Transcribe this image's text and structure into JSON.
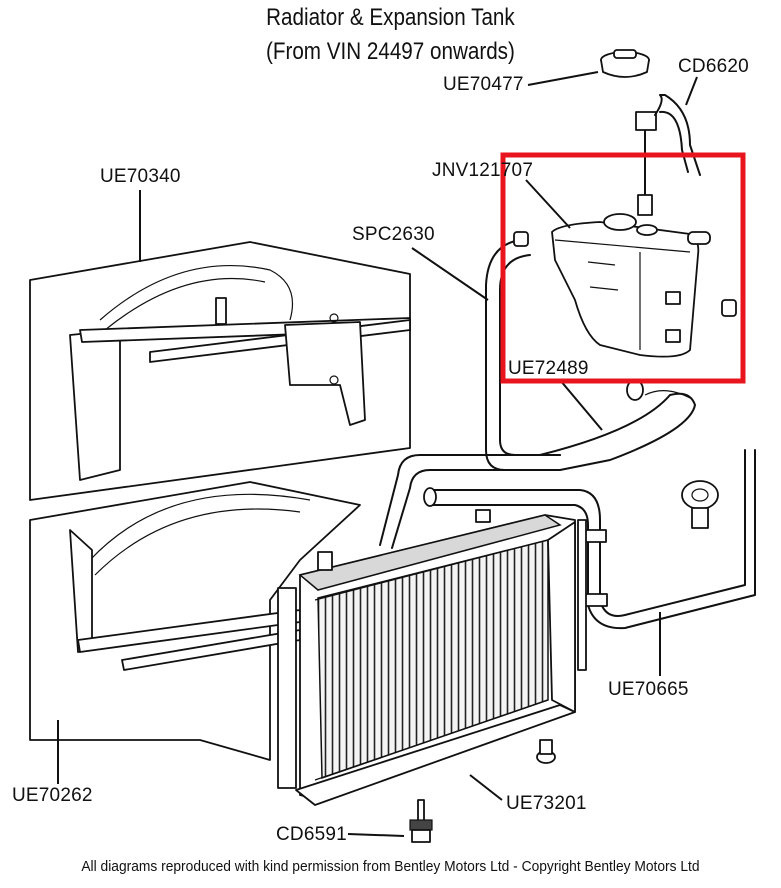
{
  "title": {
    "line1": "Radiator & Expansion Tank",
    "line2": "(From VIN 24497 onwards)"
  },
  "parts": {
    "cap": "UE70477",
    "sender": "CD6620",
    "tank": "JNV121707",
    "fan_shroud": "UE70340",
    "upper_hose": "SPC2630",
    "overflow_hose": "UE72489",
    "lower_hose": "UE70665",
    "lower_shroud": "UE70262",
    "radiator": "UE73201",
    "drain_plug": "CD6591"
  },
  "highlight_color": "#e8141e",
  "footer": "All diagrams reproduced with kind permission from Bentley Motors Ltd - Copyright Bentley Motors Ltd"
}
